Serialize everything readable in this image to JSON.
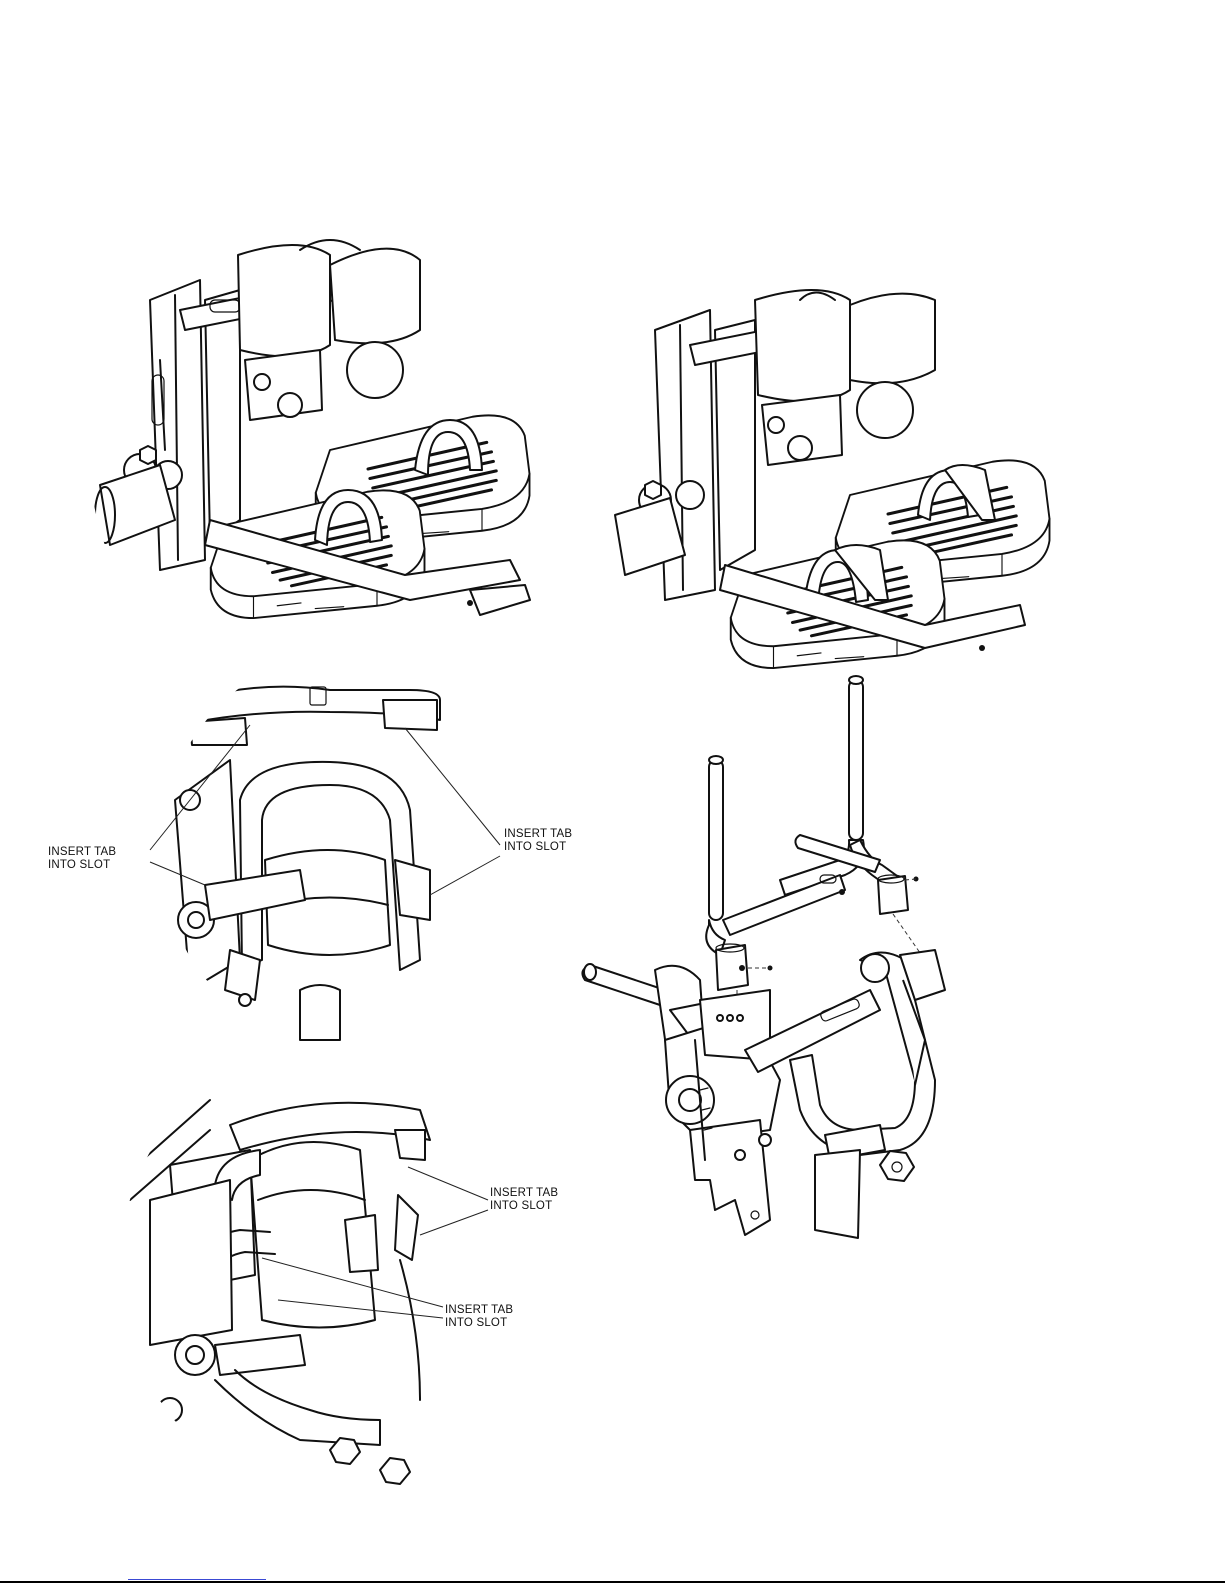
{
  "callouts": [
    {
      "id": "c1",
      "lines": [
        "INSERT TAB",
        "INTO SLOT"
      ]
    },
    {
      "id": "c2",
      "lines": [
        "INSERT TAB",
        "INTO SLOT"
      ]
    },
    {
      "id": "c3",
      "lines": [
        "INSERT TAB",
        "INTO SLOT"
      ]
    },
    {
      "id": "c4",
      "lines": [
        "INSERT TAB",
        "INTO SLOT"
      ]
    }
  ],
  "colors": {
    "line": "#111111",
    "paper": "#ffffff",
    "footer_link": "#3a49d4"
  }
}
